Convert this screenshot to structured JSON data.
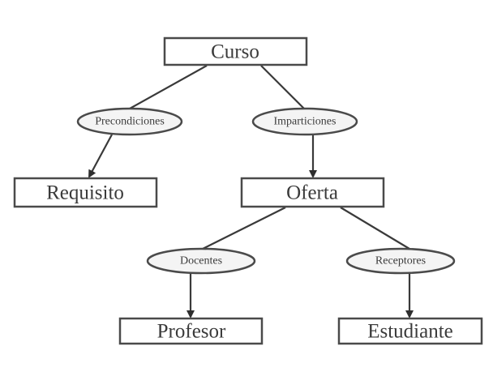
{
  "diagram": {
    "type": "hierarchy",
    "entities": {
      "curso": "Curso",
      "requisito": "Requisito",
      "oferta": "Oferta",
      "profesor": "Profesor",
      "estudiante": "Estudiante"
    },
    "relations": {
      "precondiciones": "Precondiciones",
      "imparticiones": "Imparticiones",
      "docentes": "Docentes",
      "receptores": "Receptores"
    },
    "edges": [
      {
        "from": "Curso",
        "via": "Precondiciones",
        "to": "Requisito"
      },
      {
        "from": "Curso",
        "via": "Imparticiones",
        "to": "Oferta"
      },
      {
        "from": "Oferta",
        "via": "Docentes",
        "to": "Profesor"
      },
      {
        "from": "Oferta",
        "via": "Receptores",
        "to": "Estudiante"
      }
    ],
    "colors": {
      "stroke": "#4a4a4a",
      "text": "#3a3a3a",
      "background": "#ffffff"
    }
  }
}
